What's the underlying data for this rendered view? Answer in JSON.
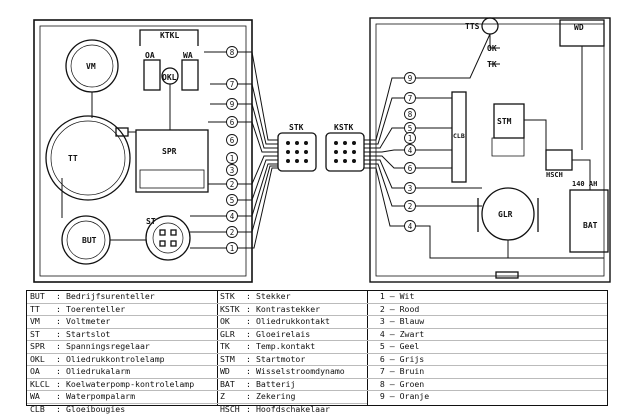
{
  "diagram": {
    "components": {
      "vm": "VM",
      "tt": "TT",
      "but": "BUT",
      "spr": "SPR",
      "st": "ST",
      "ktkl": "KTKL",
      "oa": "OA",
      "okl": "OKL",
      "wa": "WA",
      "stk": "STK",
      "kstk": "KSTK",
      "tts": "TTS",
      "ok": "OK",
      "tk": "TK",
      "wd": "WD",
      "clb": "CLB",
      "stm": "STM",
      "hsch": "HSCH",
      "glr": "GLR",
      "bat": "BAT",
      "bat_rating": "140 AH"
    },
    "left_wire_numbers": [
      "8",
      "7",
      "9",
      "6",
      "6",
      "1",
      "3",
      "2",
      "5",
      "4",
      "2",
      "1"
    ],
    "right_wire_numbers": [
      "9",
      "7",
      "8",
      "5",
      "1",
      "4",
      "6",
      "3",
      "2",
      "4"
    ]
  },
  "legend": {
    "abbreviations_left": [
      {
        "code": "BUT",
        "label": "Bedrijfsurenteller"
      },
      {
        "code": "TT",
        "label": "Toerenteller"
      },
      {
        "code": "VM",
        "label": "Voltmeter"
      },
      {
        "code": "ST",
        "label": "Startslot"
      },
      {
        "code": "SPR",
        "label": "Spanningsregelaar"
      },
      {
        "code": "OKL",
        "label": "Oliedrukkontrolelamp"
      },
      {
        "code": "OA",
        "label": "Oliedrukalarm"
      },
      {
        "code": "KLCL",
        "label": "Koelwaterpomp-kontrolelamp"
      },
      {
        "code": "WA",
        "label": "Waterpompalarm"
      },
      {
        "code": "CLB",
        "label": "Gloeibougies"
      }
    ],
    "abbreviations_mid": [
      {
        "code": "STK",
        "label": "Stekker"
      },
      {
        "code": "KSTK",
        "label": "Kontrastekker"
      },
      {
        "code": "OK",
        "label": "Oliedrukkontakt"
      },
      {
        "code": "GLR",
        "label": "Gloeirelais"
      },
      {
        "code": "TK",
        "label": "Temp.kontakt"
      },
      {
        "code": "STM",
        "label": "Startmotor"
      },
      {
        "code": "WD",
        "label": "Wisselstroomdynamo"
      },
      {
        "code": "BAT",
        "label": "Batterij"
      },
      {
        "code": "Z",
        "label": "Zekering"
      },
      {
        "code": "HSCH",
        "label": "Hoofdschakelaar"
      }
    ],
    "wire_colors": [
      {
        "num": "1",
        "color": "Wit"
      },
      {
        "num": "2",
        "color": "Rood"
      },
      {
        "num": "3",
        "color": "Blauw"
      },
      {
        "num": "4",
        "color": "Zwart"
      },
      {
        "num": "5",
        "color": "Geel"
      },
      {
        "num": "6",
        "color": "Grijs"
      },
      {
        "num": "7",
        "color": "Bruin"
      },
      {
        "num": "8",
        "color": "Groen"
      },
      {
        "num": "9",
        "color": "Oranje"
      }
    ]
  }
}
